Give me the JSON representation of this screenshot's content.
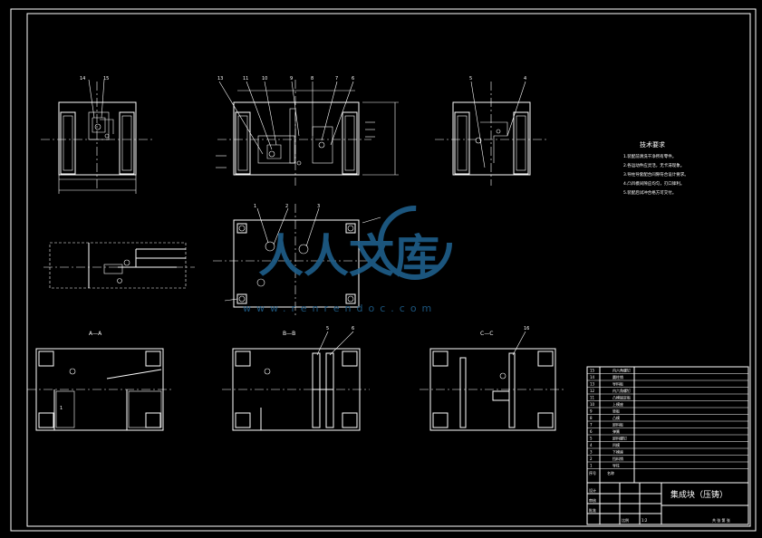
{
  "colors": {
    "background": "#000000",
    "line": "#ffffff",
    "watermark": "#1f5f8b"
  },
  "watermark": {
    "brand": "人人文库",
    "url": "www.renrendoc.com"
  },
  "section_labels": {
    "a": "A—A",
    "b": "B—B",
    "c": "C—C"
  },
  "tech_req": {
    "title": "技术要求",
    "items": [
      "1.装配前清洗干净所有零件。",
      "2.各运动件应灵活，无卡滞现象。",
      "3.导柱导套配合间隙符合设计要求。",
      "4.凸凹模间隙应均匀，刃口锋利。",
      "5.装配后试冲合格方可交付。"
    ]
  },
  "bom": {
    "rows": [
      {
        "no": "15",
        "name": "内六角螺钉"
      },
      {
        "no": "14",
        "name": "圆柱销"
      },
      {
        "no": "13",
        "name": "导料板"
      },
      {
        "no": "12",
        "name": "内六角螺钉"
      },
      {
        "no": "11",
        "name": "凸模固定板"
      },
      {
        "no": "10",
        "name": "上模座"
      },
      {
        "no": "9",
        "name": "垫板"
      },
      {
        "no": "8",
        "name": "凸模"
      },
      {
        "no": "7",
        "name": "卸料板"
      },
      {
        "no": "6",
        "name": "弹簧"
      },
      {
        "no": "5",
        "name": "卸料螺钉"
      },
      {
        "no": "4",
        "name": "凹模"
      },
      {
        "no": "3",
        "name": "下模座"
      },
      {
        "no": "2",
        "name": "挡料销"
      },
      {
        "no": "1",
        "name": "导柱"
      }
    ],
    "header": {
      "no": "序号",
      "name": "名称"
    }
  },
  "title_block": {
    "title": "集成块（压铸）",
    "labels": [
      "设计",
      "审核",
      "批准",
      "比例"
    ],
    "values": [
      "",
      "",
      "",
      "1:2"
    ],
    "sheet": "共 张 第 张"
  },
  "callouts": {
    "top_left": [
      "14",
      "15"
    ],
    "top_mid": [
      "13",
      "11",
      "10",
      "9",
      "8",
      "7",
      "6"
    ],
    "top_right": [
      "5",
      "4"
    ],
    "plan": [
      "1",
      "2",
      "3"
    ],
    "sec_b": [
      "5",
      "6"
    ],
    "sec_c": [
      "16"
    ]
  }
}
